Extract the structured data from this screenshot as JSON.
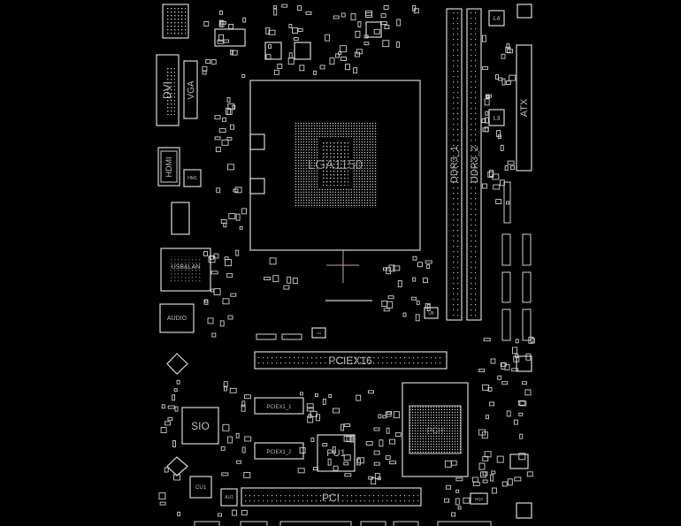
{
  "board": {
    "cpu_socket": "LGA1150",
    "dimm1": "DDR3_1",
    "dimm2": "DDR3_2",
    "atx": "ATX",
    "dvi": "DVI",
    "vga": "VGA",
    "hdmi": "HDMI",
    "hm1": "HM1",
    "usb_lan": "USB&LAN",
    "audio": "AUDIO",
    "pciex16": "PCIEX16",
    "pciex1_1": "PCIEX1_1",
    "pciex1_2": "PCIEX1_2",
    "pci": "PCI",
    "sio": "SIO",
    "pu1": "PU1",
    "pch": "PCH",
    "cu1": "CU1",
    "au1": "AU1",
    "l4": "L4",
    "l3": "L3",
    "u8": "U8",
    "nq2": "NQ2",
    "u4": "U4"
  },
  "colors": {
    "background": "#000000",
    "outline": "#d6d6d6",
    "cursor": "#c9a0a0"
  }
}
